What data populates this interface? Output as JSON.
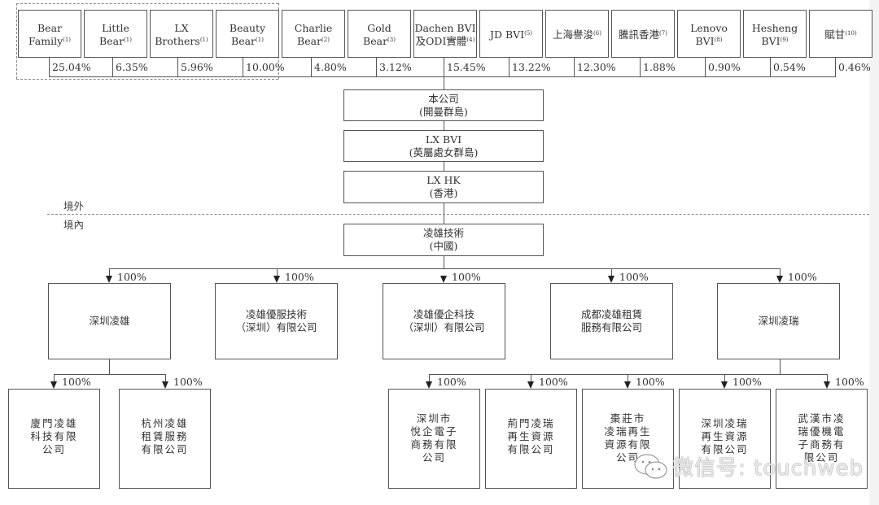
{
  "shareholders": [
    {
      "name": "Bear\nFamily",
      "note": "(1)",
      "pct": "25.04%"
    },
    {
      "name": "Little\nBear",
      "note": "(1)",
      "pct": "6.35%"
    },
    {
      "name": "LX\nBrothers",
      "note": "(1)",
      "pct": "5.96%"
    },
    {
      "name": "Beauty\nBear",
      "note": "(1)",
      "pct": "10.00%"
    },
    {
      "name": "Charlie\nBear",
      "note": "(2)",
      "pct": "4.80%"
    },
    {
      "name": "Gold\nBear",
      "note": "(3)",
      "pct": "3.12%"
    },
    {
      "name": "Dachen BVI\n及ODI實體",
      "note": "(4)",
      "pct": "15.45%"
    },
    {
      "name": "JD BVI",
      "note": "(5)",
      "pct": "13.22%"
    },
    {
      "name": "上海譽浚",
      "note": "(6)",
      "pct": "12.30%"
    },
    {
      "name": "騰訊香港",
      "note": "(7)",
      "pct": "1.88%"
    },
    {
      "name": "Lenovo\nBVI",
      "note": "(8)",
      "pct": "0.90%"
    },
    {
      "name": "Hesheng\nBVI",
      "note": "(9)",
      "pct": "0.54%"
    },
    {
      "name": "賦甘",
      "note": "(10)",
      "pct": "0.46%"
    }
  ],
  "chain": [
    {
      "name": "本公司",
      "location": "(開曼群島)"
    },
    {
      "name": "LX BVI",
      "location": "(英屬處女群島)"
    },
    {
      "name": "LX HK",
      "location": "(香港)"
    },
    {
      "name": "凌雄技術",
      "location": "(中國)"
    }
  ],
  "zones": {
    "offshore": "境外",
    "onshore": "境內"
  },
  "subsidiaries": [
    {
      "name": "深圳凌雄",
      "pct": "100%",
      "children": [
        {
          "name": "廈門凌雄\n科技有限\n公司",
          "pct": "100%"
        },
        {
          "name": "杭州凌雄\n租賃服務\n有限公司",
          "pct": "100%"
        }
      ]
    },
    {
      "name": "凌雄優服技術\n（深圳）有限公司",
      "pct": "100%"
    },
    {
      "name": "凌雄優企科技\n（深圳）有限公司",
      "pct": "100%"
    },
    {
      "name": "成都凌雄租賃\n服務有限公司",
      "pct": "100%"
    },
    {
      "name": "深圳凌瑞",
      "pct": "100%",
      "children": [
        {
          "name": "深圳市\n悅企電子\n商務有限\n公司",
          "pct": "100%"
        },
        {
          "name": "荊門凌瑞\n再生資源\n有限公司",
          "pct": "100%"
        },
        {
          "name": "棗莊市\n凌瑞再生\n資源有限\n公司",
          "pct": "100%"
        },
        {
          "name": "深圳凌瑞\n再生資源\n有限公司",
          "pct": "100%"
        },
        {
          "name": "武漢市凌\n瑞優機電\n子商務有\n限公司",
          "pct": "100%"
        }
      ]
    }
  ],
  "watermark": "微信号: touchweb"
}
